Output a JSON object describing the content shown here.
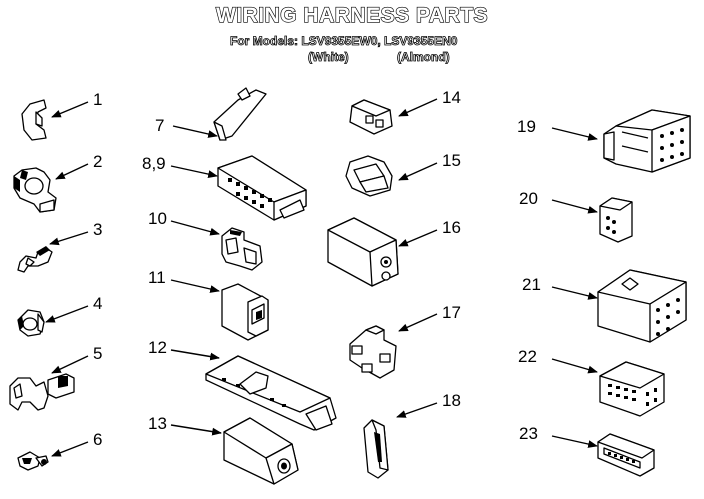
{
  "title": "WIRING HARNESS PARTS",
  "subtitle": {
    "models_line": "For Models: LSV9355EW0, LSV9355EN0",
    "white": "(White)",
    "almond": "(Almond)"
  },
  "part_numbers": [
    "1",
    "2",
    "3",
    "4",
    "5",
    "6",
    "7",
    "8,9",
    "10",
    "11",
    "12",
    "13",
    "14",
    "15",
    "16",
    "17",
    "18",
    "19",
    "20",
    "21",
    "22",
    "23"
  ],
  "colors": {
    "ink": "#000000",
    "paper": "#ffffff"
  }
}
